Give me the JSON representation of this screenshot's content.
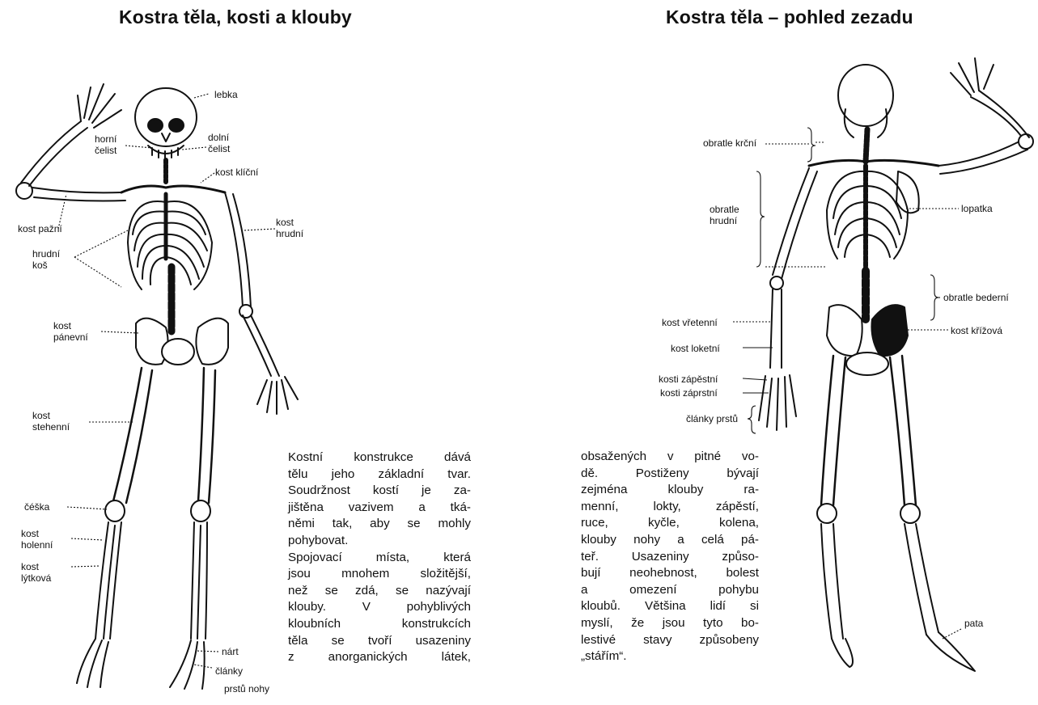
{
  "left": {
    "title": "Kostra těla, kosti a klouby",
    "labels": {
      "lebka": "lebka",
      "horni": [
        "horní",
        "čelist"
      ],
      "dolni": [
        "dolní",
        "čelist"
      ],
      "klicni": "kost klíční",
      "pazni": "kost pažní",
      "hrudni_kos": [
        "hrudní",
        "koš"
      ],
      "hrudni_kost": [
        "kost",
        "hrudní"
      ],
      "panevni": [
        "kost",
        "pánevní"
      ],
      "stehenni": [
        "kost",
        "stehenní"
      ],
      "ceska": "čéška",
      "holenni": [
        "kost",
        "holenní"
      ],
      "lytkova": [
        "kost",
        "lýtková"
      ],
      "nart": "nárt",
      "clanky": "články",
      "prstu_nohy": "prstů nohy"
    },
    "text_lines": [
      "Kostní konstrukce dává",
      "tělu jeho základní tvar.",
      "Soudržnost kostí je za-",
      "jištěna vazivem a tká-",
      "němi tak, aby se mohly",
      "pohybovat.",
      "Spojovací místa, která",
      "jsou mnohem složitější,",
      "než se zdá, se nazývají",
      "klouby. V pohyblivých",
      "kloubních konstrukcích",
      "těla se tvoří usazeniny",
      "z anorganických látek,"
    ]
  },
  "right": {
    "title": "Kostra těla – pohled zezadu",
    "labels": {
      "krcni": "obratle krční",
      "hrudni": [
        "obratle",
        "hrudní"
      ],
      "lopatka": "lopatka",
      "bederni": "obratle bederní",
      "vretenni": "kost vřetenní",
      "krizova": "kost křížová",
      "loketni": "kost loketní",
      "zapestni": "kosti zápěstní",
      "zaprstni": "kosti záprstní",
      "clanky": "články prstů",
      "pata": "pata"
    },
    "text_lines": [
      "obsažených v pitné vo-",
      "dě. Postiženy bývají",
      "zejména klouby ra-",
      "menní, lokty, zápěstí,",
      "ruce, kyčle, kolena,",
      "klouby nohy a celá pá-",
      "teř. Usazeniny způso-",
      "bují neohebnost, bolest",
      "a omezení pohybu",
      "kloubů. Většina lidí si",
      "myslí, že jsou tyto bo-",
      "lestivé stavy způsobeny",
      "„stářím“."
    ]
  }
}
